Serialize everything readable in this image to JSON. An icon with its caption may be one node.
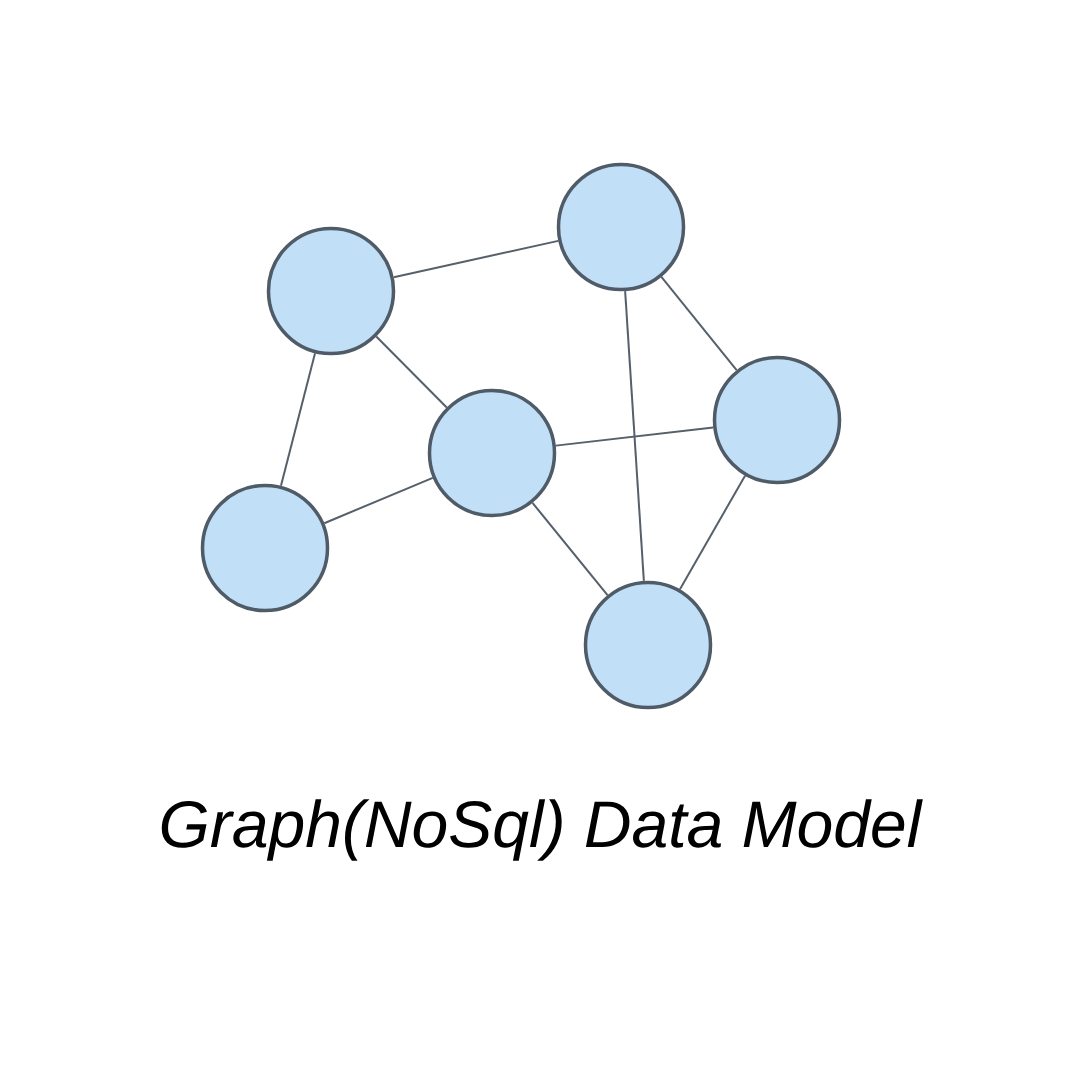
{
  "diagram": {
    "caption": "Graph(NoSql) Data Model",
    "nodes": [
      {
        "text": [],
        "shape": "circle"
      },
      {
        "text": [],
        "shape": "circle"
      },
      {
        "text": [],
        "shape": "circle"
      },
      {
        "text": [],
        "shape": "circle"
      },
      {
        "text": [],
        "shape": "circle"
      },
      {
        "text": [],
        "shape": "circle"
      }
    ],
    "edges": [
      {
        "from": 1,
        "to": 3,
        "arrow": "none"
      },
      {
        "from": 1,
        "to": 2,
        "arrow": "none"
      },
      {
        "from": 1,
        "to": 0,
        "arrow": "none"
      },
      {
        "from": 0,
        "to": 2,
        "arrow": "none"
      },
      {
        "from": 2,
        "to": 5,
        "arrow": "none"
      },
      {
        "from": 2,
        "to": 4,
        "arrow": "none"
      },
      {
        "from": 3,
        "to": 4,
        "arrow": "none"
      },
      {
        "from": 3,
        "to": 5,
        "arrow": "none"
      },
      {
        "from": 5,
        "to": 4,
        "arrow": "none"
      }
    ]
  }
}
